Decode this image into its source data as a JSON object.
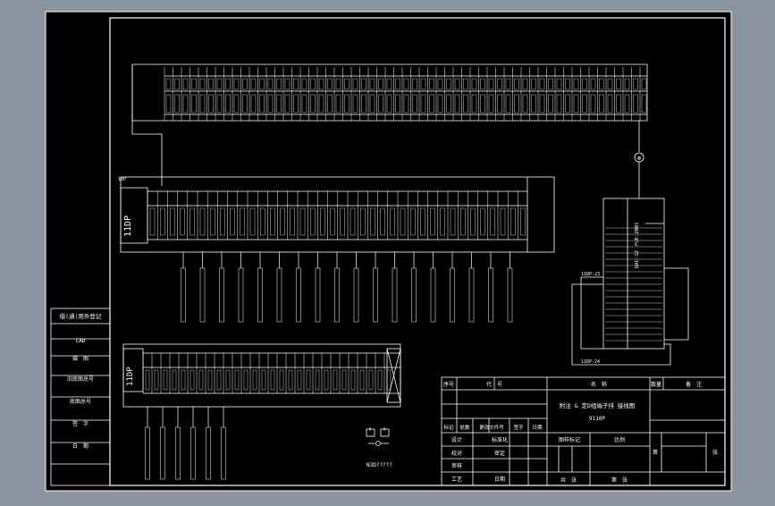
{
  "colors": {
    "paper": "#000000",
    "line": "#ffffff",
    "background": "#8c96a1"
  },
  "labels": {
    "left_panel_header": "借(通)用件登记",
    "left_panel_rows": [
      "CAD",
      "描　图",
      "旧底图总号",
      "底图总号",
      "签　字",
      "日　期"
    ],
    "top_strip_note": "10P",
    "block1_title": "11DP",
    "block2_title": "11DP",
    "device_title": "DAC-12",
    "device_sub": "FUE-2001",
    "wire_label_1": "11DP-23",
    "wire_label_2": "11DP-24",
    "legend_caption": "N3D?????",
    "circle_symbol": "⊗"
  },
  "title_block": {
    "headers": {
      "seq": "序号",
      "code": "代　号",
      "name": "名　称",
      "qty": "数量",
      "remark": "备　注"
    },
    "drawing_name": "附注 & 定D组端子排 接线图",
    "drawing_sub": "9110P",
    "rev_cols": [
      "标记",
      "处数",
      "更改文件号",
      "签字",
      "日期"
    ],
    "sign_rows": [
      "设计",
      "校对",
      "审核",
      "工艺"
    ],
    "sign_rows_right": [
      "标准化",
      "审定",
      "日期"
    ],
    "stage_label": "图样标记",
    "scale_label": "比例",
    "sheets_label": "共　张",
    "sheet_label": "第　张",
    "right_col_1": "第",
    "right_col_2": "张"
  }
}
